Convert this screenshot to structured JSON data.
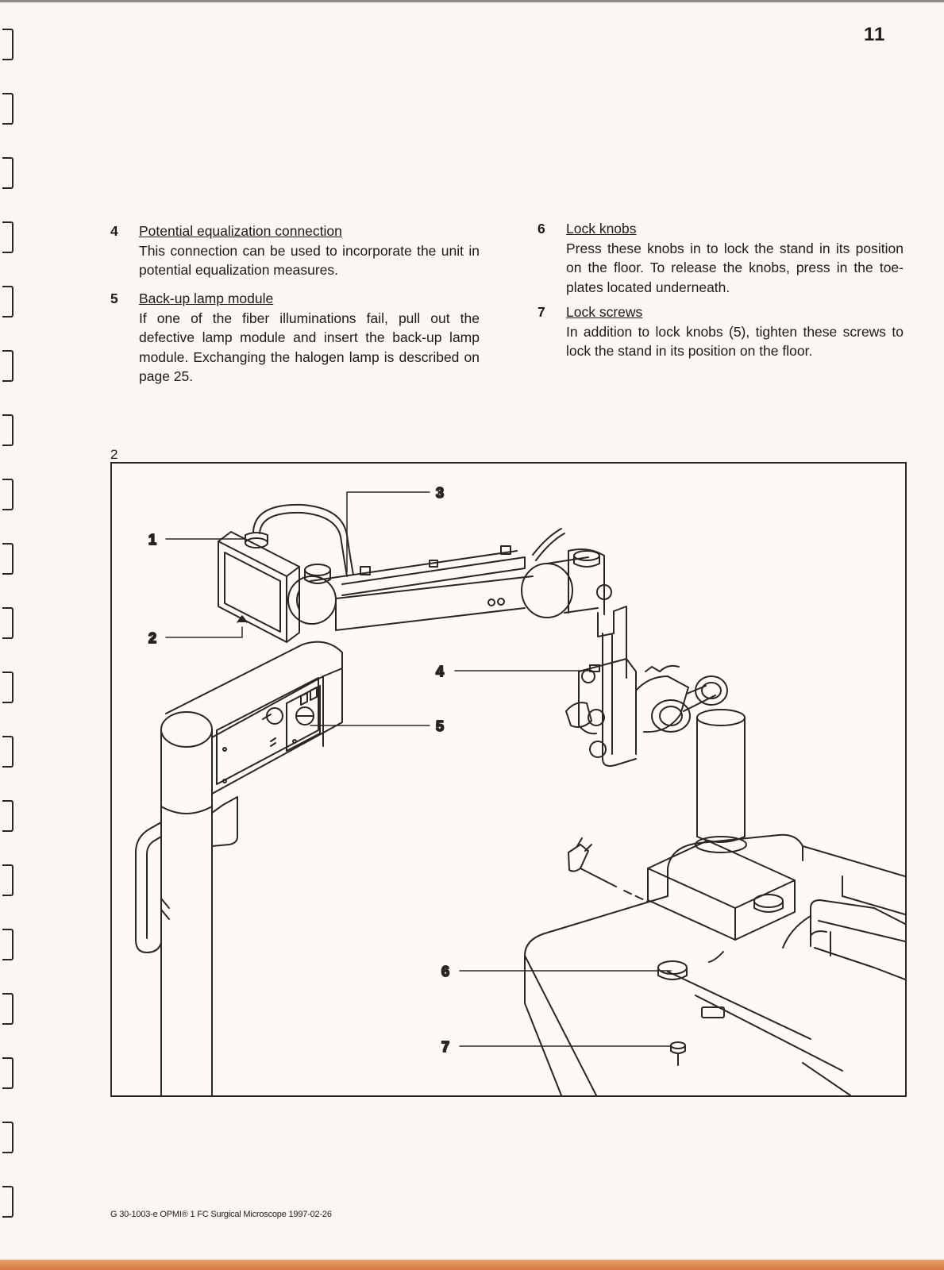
{
  "page_number": "11",
  "items": [
    {
      "num": "4",
      "title": "Potential equalization connection",
      "text": "This connection can be used to incorporate the unit in potential equalization measures."
    },
    {
      "num": "5",
      "title": "Back-up lamp module",
      "text": "If one of the fiber illuminations fail, pull out the defective lamp module and insert the back-up lamp module. Exchanging the halogen lamp is described on page 25."
    },
    {
      "num": "6",
      "title": "Lock knobs",
      "text": "Press these knobs in to lock the stand in its position on the floor. To release the knobs, press in the toe-plates located underneath."
    },
    {
      "num": "7",
      "title": "Lock screws",
      "text": "In addition to lock knobs (5), tighten these screws to lock the stand in its position on the floor."
    }
  ],
  "figure": {
    "number": "2",
    "callouts": [
      "1",
      "2",
      "3",
      "4",
      "5",
      "6",
      "7"
    ]
  },
  "footer": "G 30-1003-e   OPMI® 1 FC   Surgical Microscope   1997-02-26"
}
